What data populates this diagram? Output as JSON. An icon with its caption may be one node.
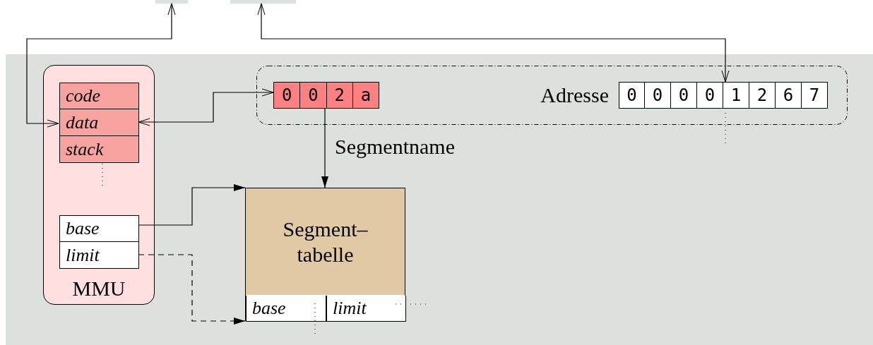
{
  "diagram": {
    "nodes": [
      {
        "text": [],
        "shape": "box"
      },
      {
        "text": [],
        "shape": "box"
      },
      {
        "text": [
          "MMU"
        ]
      },
      {
        "text": [
          "code"
        ],
        "in": 2
      },
      {
        "text": [
          "data"
        ],
        "in": 2
      },
      {
        "text": [
          "stack"
        ],
        "in": 2
      },
      {
        "text": [
          "base"
        ],
        "in": 2
      },
      {
        "text": [
          "limit"
        ],
        "in": 2
      },
      {
        "text": [],
        "shape": "box"
      },
      {
        "text": [
          "0",
          "0",
          "2",
          "a"
        ],
        "in": 8
      },
      {
        "text": [
          "Adresse",
          "0",
          "0",
          "0",
          "0",
          "1",
          "2",
          "6",
          "7"
        ],
        "in": 8
      },
      {
        "text": [
          "Segment– tabelle"
        ]
      },
      {
        "text": [
          "base"
        ],
        "in": 11
      },
      {
        "text": [
          "limit"
        ],
        "in": 11
      }
    ],
    "edges": [
      {
        "from": 0,
        "to": 4,
        "arrow": "both"
      },
      {
        "from": 4,
        "to": 9,
        "arrow": "both"
      },
      {
        "from": 10,
        "to": 1,
        "arrow": "both"
      },
      {
        "from": 9,
        "to": 11,
        "arrow": "to",
        "label": "Segmentname"
      },
      {
        "from": 6,
        "to": 11,
        "arrow": "to"
      },
      {
        "from": 7,
        "to": 12,
        "arrow": "to",
        "style": "dashed"
      }
    ]
  }
}
